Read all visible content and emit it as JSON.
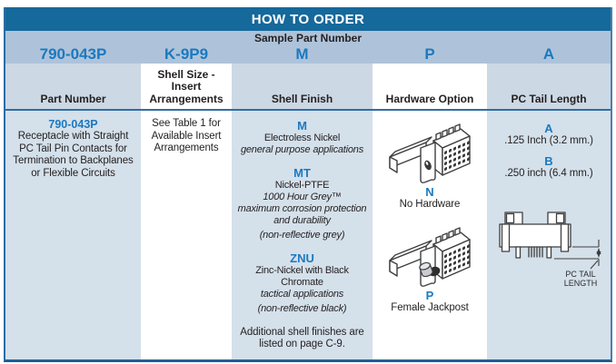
{
  "window": {
    "title": "HOW TO ORDER"
  },
  "colors": {
    "banner_bg": "#15699b",
    "sample_row_bg": "#aec3da",
    "header_row_bg": "#ccd8e4",
    "column_bg": "#d4e0ea",
    "accent_text": "#1b79c0",
    "border": "#2f6da4"
  },
  "sample": {
    "label": "Sample Part Number",
    "values": [
      "790-043P",
      "K-9P9",
      "M",
      "P",
      "A"
    ]
  },
  "columns": {
    "part_number": {
      "header": "Part Number",
      "code": "790-043P",
      "description": "Receptacle with Straight\nPC Tail Pin Contacts for\nTermination to Backplanes\nor Flexible Circuits"
    },
    "shell_size": {
      "header": "Shell Size -\nInsert\nArrangements",
      "note": "See Table 1 for\nAvailable Insert\nArrangements"
    },
    "shell_finish": {
      "header": "Shell Finish",
      "options": [
        {
          "code": "M",
          "name": "Electroless Nickel",
          "details": "general purpose applications"
        },
        {
          "code": "MT",
          "name": "Nickel-PTFE",
          "details": "1000 Hour Grey™\nmaximum corrosion protection\nand durability",
          "note": "(non-reflective grey)"
        },
        {
          "code": "ZNU",
          "name": "Zinc-Nickel with Black\nChromate",
          "details": "tactical applications",
          "note": "(non-reflective black)"
        }
      ],
      "footnote": "Additional shell finishes are\nlisted on page C-9."
    },
    "hardware": {
      "header": "Hardware Option",
      "options": [
        {
          "code": "N",
          "label": "No Hardware",
          "icon": "connector-no-hardware-illustration"
        },
        {
          "code": "P",
          "label": "Female Jackpost",
          "icon": "connector-jackpost-illustration"
        }
      ]
    },
    "pc_tail": {
      "header": "PC Tail Length",
      "options": [
        {
          "code": "A",
          "label": ".125 Inch (3.2 mm.)"
        },
        {
          "code": "B",
          "label": ".250 inch (6.4 mm.)"
        }
      ],
      "diagram_label_line1": "PC TAIL",
      "diagram_label_line2": "LENGTH"
    }
  }
}
